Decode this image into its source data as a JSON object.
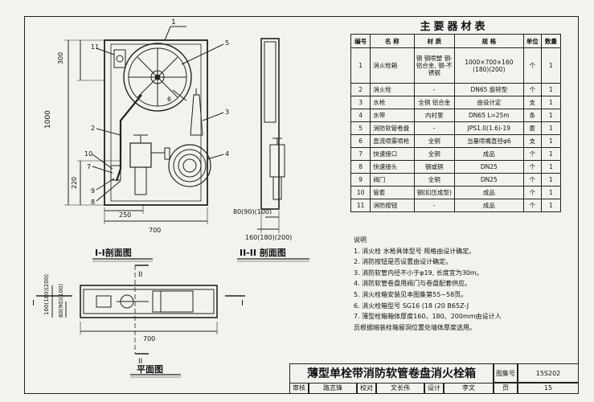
{
  "top_label": "1",
  "section_1": {
    "caption": "I-I剖面图",
    "dims": {
      "total_height": "1000",
      "top": "300",
      "bottom": "220",
      "offset": "250",
      "width": "700"
    },
    "callouts": [
      "11",
      "5",
      "6",
      "3",
      "4",
      "2",
      "10",
      "7",
      "9",
      "8"
    ]
  },
  "section_2": {
    "caption": "II-II 剖面图",
    "dim_depth": "80(90)(100)",
    "dim_width": "160(180)(200)"
  },
  "plan": {
    "caption": "平面图",
    "dim_depth_a": "160(180)(200)",
    "dim_depth_b": "80(90)(100)",
    "dim_width": "700",
    "mark_i": "I",
    "mark_ii": "II"
  },
  "materials": {
    "title": "主要器材表",
    "headers": [
      "编号",
      "名 称",
      "材 质",
      "规 格",
      "单位",
      "数量"
    ],
    "rows": [
      [
        "1",
        "消火栓箱",
        "钢 钢喷塑 钢-铝合金, 钢-不锈钢",
        "1000×700×160 (180)(200)",
        "个",
        "1"
      ],
      [
        "2",
        "消火栓",
        "-",
        "DN65 旋转型",
        "个",
        "1"
      ],
      [
        "3",
        "水枪",
        "全铜 铝合金",
        "由设计定",
        "支",
        "1"
      ],
      [
        "4",
        "水带",
        "内衬里",
        "DN65 L=25m",
        "条",
        "1"
      ],
      [
        "5",
        "消防软管卷盘",
        "-",
        "JPS1.0(1.6)-19",
        "套",
        "1"
      ],
      [
        "6",
        "直流喷雾喷枪",
        "全铜",
        "当量喷嘴直径φ6",
        "支",
        "1"
      ],
      [
        "7",
        "快速接口",
        "全铜",
        "成品",
        "个",
        "1"
      ],
      [
        "8",
        "快速接头",
        "钢或铜",
        "DN25",
        "个",
        "1"
      ],
      [
        "9",
        "阀门",
        "全铜",
        "DN25",
        "个",
        "1"
      ],
      [
        "10",
        "管套",
        "钢(扣压成型)",
        "成品",
        "个",
        "1"
      ],
      [
        "11",
        "消防按钮",
        "-",
        "成品",
        "个",
        "1"
      ]
    ]
  },
  "notes": {
    "heading": "说明",
    "items": [
      "1. 消火栓  水枪具体型号  规格由设计确定。",
      "2. 消防按钮是否设置由设计确定。",
      "3. 消防软管内径不小于φ19, 长度宜为30m。",
      "4. 消防软管卷盘用阀门与卷盘配套供应。",
      "5. 消火栓箱安装见本图集第55~58页。",
      "6. 消火栓箱型号  SG16 (18  (20  B65Z-J",
      "7. 薄型栓箱箱体厚度160、180、200mm由设计人",
      "   员根据暗装栓箱留洞位置处墙体厚度选用。"
    ]
  },
  "title_block": {
    "title": "薄型单栓带消防软管卷盘消火栓箱",
    "atlas_label": "图集号",
    "atlas_no": "15S202",
    "row2": [
      "审核",
      "路志锋",
      "校对",
      "文长伟",
      "设计",
      "李文",
      "页"
    ],
    "page_no": "15"
  }
}
